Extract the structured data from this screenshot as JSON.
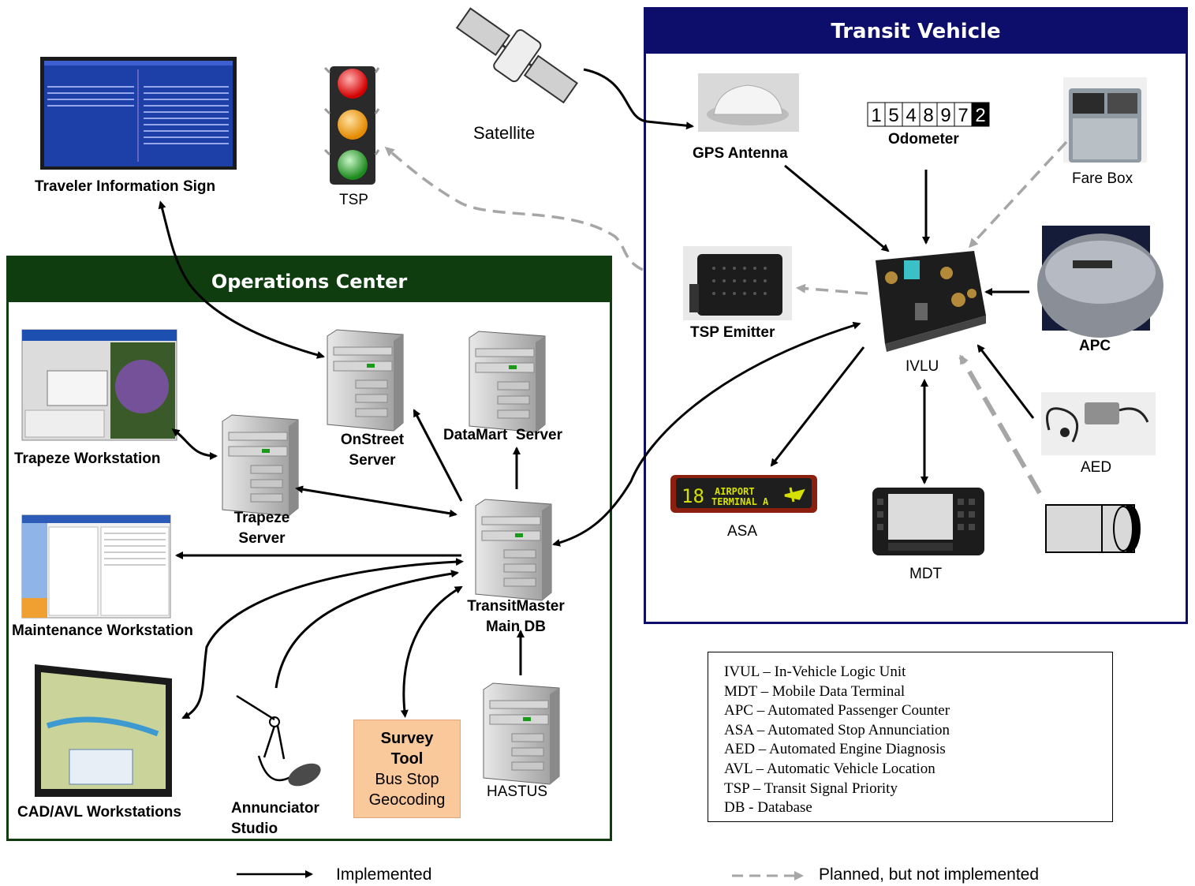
{
  "transit_vehicle": {
    "title": "Transit Vehicle",
    "gps_antenna": "GPS Antenna",
    "odometer": "Odometer",
    "odometer_digits": [
      "1",
      "5",
      "4",
      "8",
      "9",
      "7",
      "2"
    ],
    "fare_box": "Fare Box",
    "tsp_emitter": "TSP Emitter",
    "apc": "APC",
    "ivlu": "IVLU",
    "aed": "AED",
    "asa": "ASA",
    "asa_display": {
      "route": "18",
      "line1": "AIRPORT",
      "line2": "TERMINAL A"
    },
    "mdt": "MDT"
  },
  "operations_center": {
    "title": "Operations Center",
    "trapeze_workstation": "Trapeze Workstation",
    "trapeze_server_line1": "Trapeze",
    "trapeze_server_line2": "Server",
    "onstreet_server_line1": "OnStreet",
    "onstreet_server_line2": "Server",
    "datamart_server": "DataMart  Server",
    "maintenance_workstation": "Maintenance Workstation",
    "transitmaster_line1": "TransitMaster",
    "transitmaster_line2": "Main DB",
    "cad_avl_workstations": "CAD/AVL Workstations",
    "annunciator_line1": "Annunciator",
    "annunciator_line2": "Studio",
    "survey_line1": "Survey",
    "survey_line2": "Tool",
    "survey_line3": "Bus Stop",
    "survey_line4": "Geocoding",
    "hastus": "HASTUS"
  },
  "external": {
    "traveler_information_sign": "Traveler Information Sign",
    "tsp": "TSP",
    "satellite": "Satellite"
  },
  "abbreviations": [
    "IVUL – In-Vehicle Logic Unit",
    "MDT – Mobile Data Terminal",
    "APC – Automated Passenger Counter",
    "ASA – Automated Stop Annunciation",
    "AED – Automated Engine Diagnosis",
    "AVL – Automatic Vehicle Location",
    "TSP – Transit Signal Priority",
    "DB - Database"
  ],
  "legend": {
    "implemented": "Implemented",
    "planned": "Planned, but not implemented"
  },
  "colors": {
    "transit_vehicle_header": "#0d0d6b",
    "operations_center_header": "#0f3d0f",
    "implemented_arrow": "#000000",
    "planned_arrow": "#a6a6a6",
    "survey_tool_fill": "#f9c89b"
  }
}
